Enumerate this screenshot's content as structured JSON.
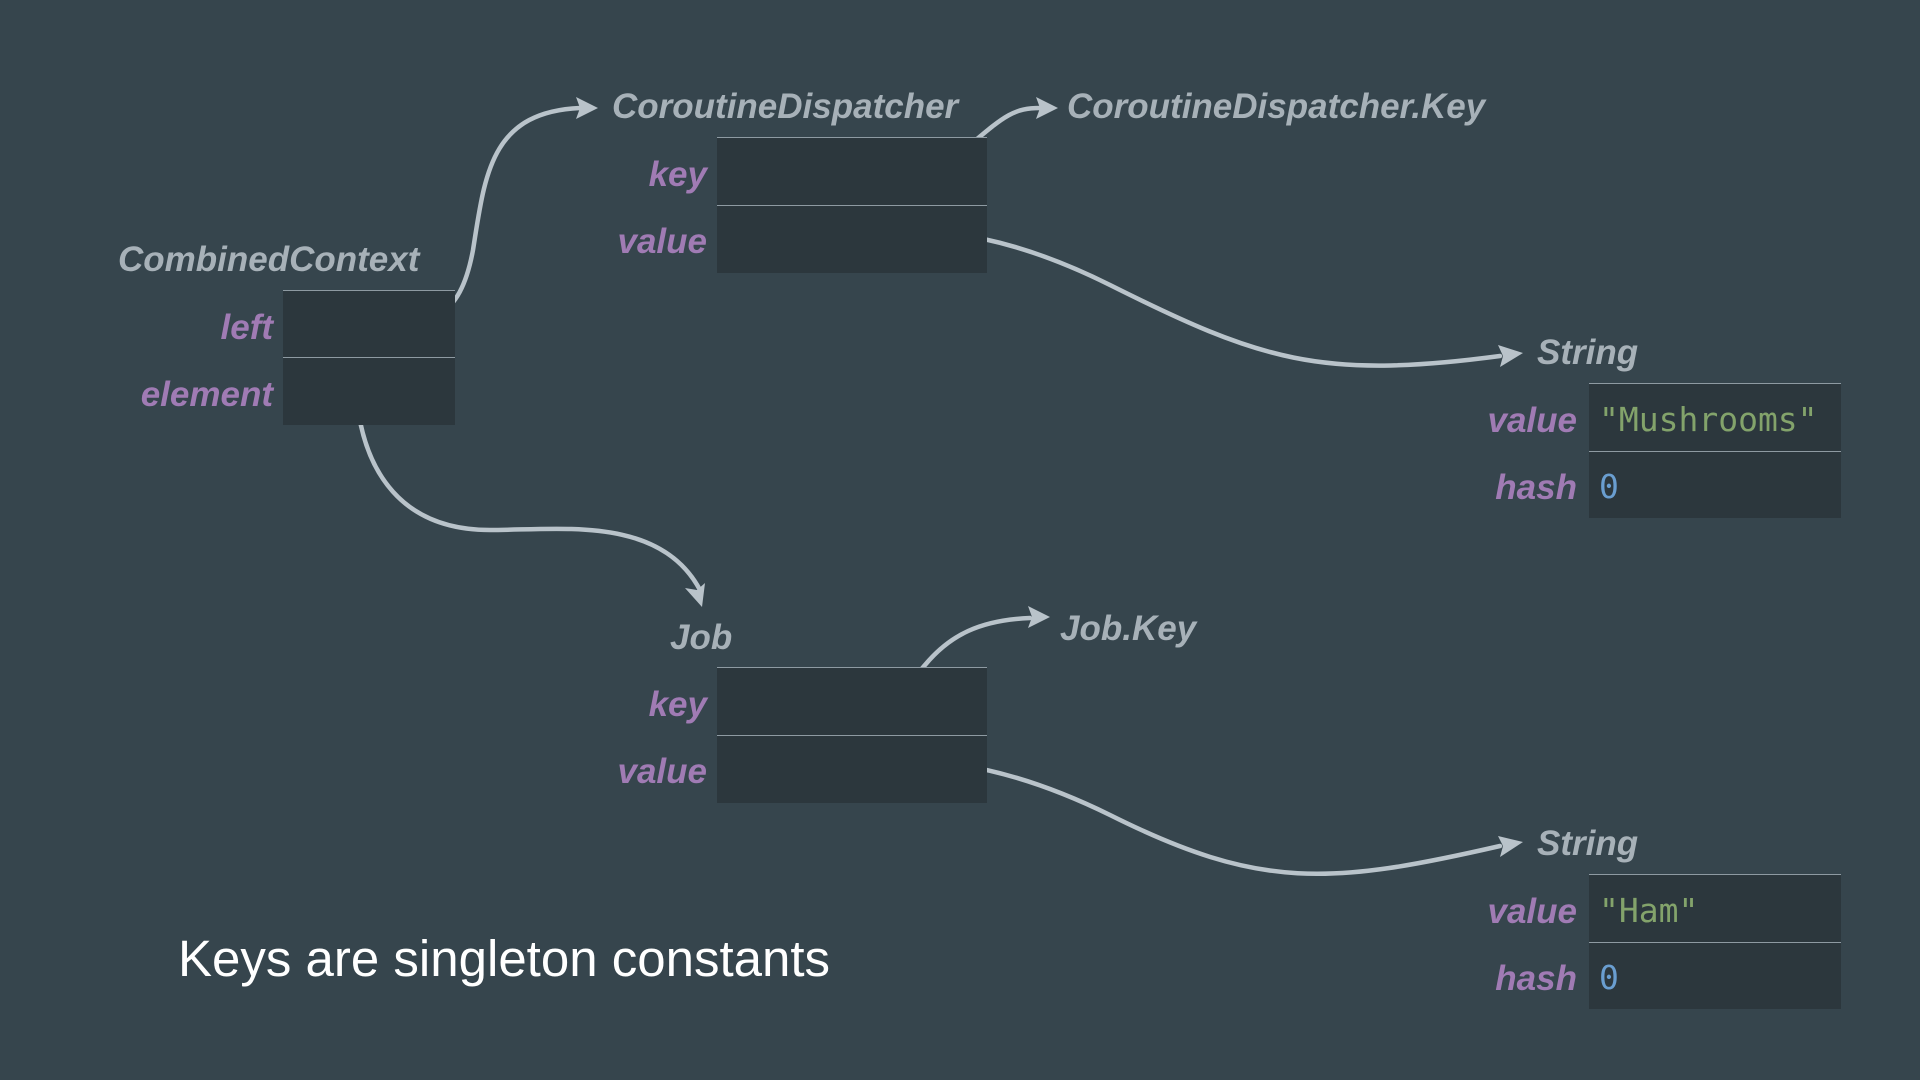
{
  "diagram": {
    "objects": {
      "combined_context": {
        "title": "CombinedContext",
        "fields": [
          {
            "label": "left"
          },
          {
            "label": "element"
          }
        ]
      },
      "coroutine_dispatcher": {
        "title": "CoroutineDispatcher",
        "fields": [
          {
            "label": "key"
          },
          {
            "label": "value"
          }
        ]
      },
      "dispatcher_key": {
        "title": "CoroutineDispatcher.Key"
      },
      "string_mushrooms": {
        "title": "String",
        "fields": [
          {
            "label": "value",
            "value": "\"Mushrooms\""
          },
          {
            "label": "hash",
            "value": "0"
          }
        ]
      },
      "job": {
        "title": "Job",
        "fields": [
          {
            "label": "key"
          },
          {
            "label": "value"
          }
        ]
      },
      "job_key": {
        "title": "Job.Key"
      },
      "string_ham": {
        "title": "String",
        "fields": [
          {
            "label": "value",
            "value": "\"Ham\""
          },
          {
            "label": "hash",
            "value": "0"
          }
        ]
      }
    },
    "caption": "Keys are singleton constants"
  },
  "colors": {
    "background": "#36454d",
    "title": "#a7b1b8",
    "field_label": "#a07bb4",
    "cell": "#2c373d",
    "wire": "#b9c3ca",
    "string_value": "#83a36b",
    "number_value": "#6a9ed0",
    "caption": "#ffffff"
  }
}
